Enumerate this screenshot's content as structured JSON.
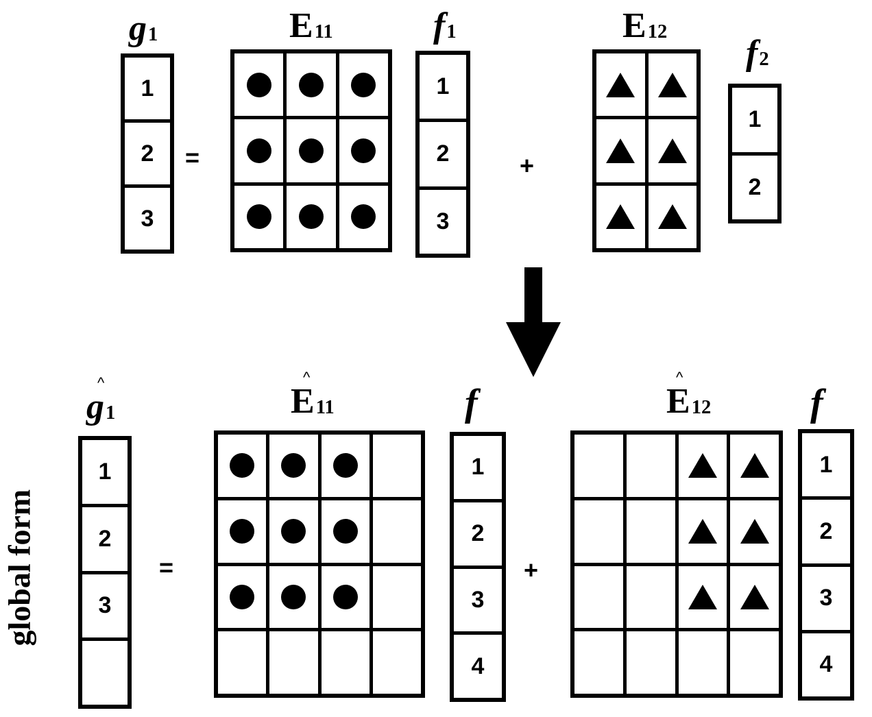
{
  "top": {
    "g1": {
      "var": "g",
      "sub": "1",
      "cells": [
        "1",
        "2",
        "3"
      ]
    },
    "equals": "=",
    "E11": {
      "var": "E",
      "sub": "11",
      "rows": 3,
      "cols": 3,
      "marker": "filled-circle"
    },
    "f1": {
      "var": "f",
      "sub": "1",
      "cells": [
        "1",
        "2",
        "3"
      ]
    },
    "plus": "+",
    "E12": {
      "var": "E",
      "sub": "12",
      "rows": 3,
      "cols": 2,
      "marker": "filled-triangle"
    },
    "f2": {
      "var": "f",
      "sub": "2",
      "cells": [
        "1",
        "2"
      ]
    }
  },
  "arrow_icon": "down-arrow-icon",
  "bottom": {
    "side_label": "global form",
    "hat_mark": "^",
    "g1": {
      "var": "g",
      "sub": "1",
      "cells": [
        "1",
        "2",
        "3",
        ""
      ]
    },
    "equals": "=",
    "E11": {
      "var": "E",
      "sub": "11",
      "rows": 4,
      "cols": 4,
      "marker": "filled-circle",
      "filled": "rows 1-3, cols 1-3"
    },
    "f_left": {
      "var": "f",
      "cells": [
        "1",
        "2",
        "3",
        "4"
      ]
    },
    "plus": "+",
    "E12": {
      "var": "E",
      "sub": "12",
      "rows": 4,
      "cols": 4,
      "marker": "filled-triangle",
      "filled": "rows 1-3, cols 3-4"
    },
    "f_right": {
      "var": "f",
      "cells": [
        "1",
        "2",
        "3",
        "4"
      ]
    }
  }
}
